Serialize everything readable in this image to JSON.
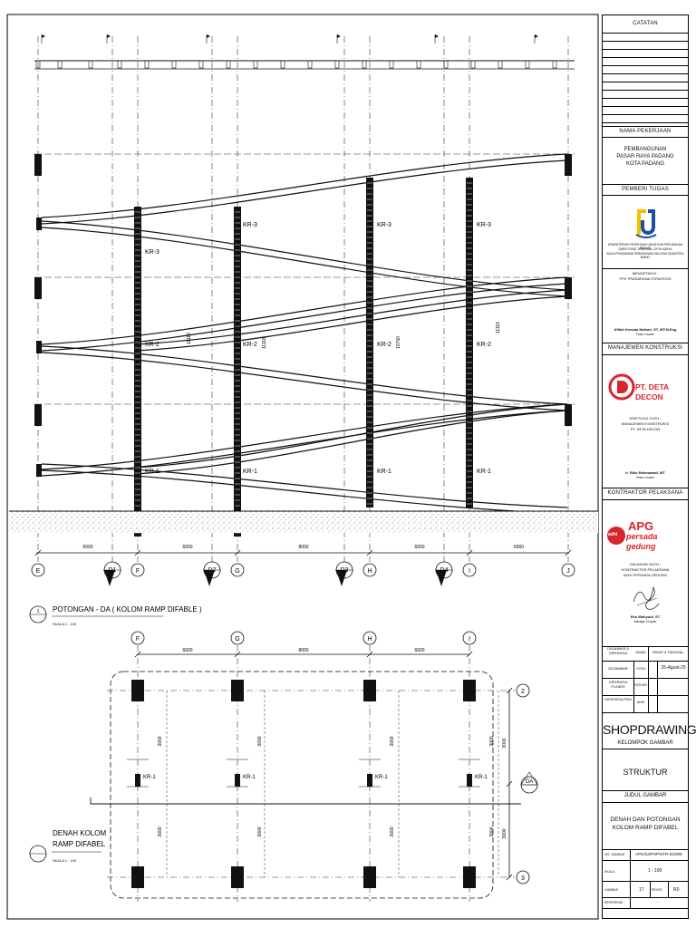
{
  "section_title": "POTONGAN - DA  ( KOLOM RAMP DIFABLE )",
  "section_scale": "SKALA  1 : 100",
  "section_marker": "1",
  "plan_title_1": "DENAH KOLOM",
  "plan_title_2": "RAMP DIFABEL",
  "plan_scale": "SKALA  1 : 100",
  "grid_bottom": [
    "E",
    "D1",
    "F",
    "D2",
    "G",
    "D3",
    "H",
    "D4",
    "I",
    "J"
  ],
  "spans_section": [
    "6000",
    "6000",
    "8000",
    "6000",
    "6000"
  ],
  "plan_grid": [
    "F",
    "G",
    "H",
    "I"
  ],
  "plan_spans": [
    "6000",
    "8000",
    "6000"
  ],
  "plan_rows": [
    "2",
    "3"
  ],
  "plan_cut": "DA",
  "plan_vert_dims": [
    "3000",
    "3000"
  ],
  "ramp_labels": [
    "KR-3",
    "KR-2",
    "KR-1"
  ],
  "plan_kr": "KR-1",
  "section_heights": [
    "11118",
    "10750",
    "11119"
  ],
  "colors": {
    "line": "#111111",
    "apg_red": "#d8262e",
    "deta_red": "#d8262e",
    "pu_yellow": "#f2c200",
    "pu_blue": "#1b4fa0"
  },
  "titleblock": {
    "catatan": "CATATAN",
    "nama_pekerjaan": "NAMA PEKERJAAN",
    "proyek": [
      "PEMBANGUNAN",
      "PASAR RAYA PADANG",
      "KOTA PADANG"
    ],
    "pemberi_tugas": "PEMBERI TUGAS",
    "kementerian": [
      "KEMENTERIAN PEKERJAAN UMUM DAN PERUMAHAN RAKYAT",
      "DIREKTORAT JENDERAL CIPTA KARYA",
      "BALAI PRASARANA PERMUKIMAN WILAYAH SUMATERA BARAT"
    ],
    "mengetahui": [
      "MENGETAHUI :",
      "PPK PRASARANA STRATEGIS"
    ],
    "ppk_nama": "Afifah Kemala Hafsari, ST, MT.M.Eng",
    "ppk_jabatan": "Team Leader",
    "mk": "MANAJEMEN KONSTRUKSI",
    "deta_logo": "PT. DETA DECON",
    "disetujui": [
      "DISETUJUI OLEH :",
      "MANAJEMEN KONSTRUKSI",
      "PT. DETA DECON"
    ],
    "mk_nama": "Ir. Riko Rahmawati, MT",
    "mk_jabatan": "Team Leader",
    "kontraktor": "KONTRAKTOR PELAKSANA",
    "apg_a": "APG",
    "apg_b": "persada gedung",
    "apg_adhi": "adhi",
    "diajukan": [
      "DIAJUKAN OLEH :",
      "KONTRAKTOR PELAKSANA",
      "ADHI PERSADA GEDUNG"
    ],
    "kp_nama": "Eko Wahyudi, ST",
    "kp_jabatan": "Manajer Proyek",
    "tbl_head": [
      "DIGAMBAR & DIPERIKSA",
      "NAMA",
      "PARAF & TANGGAL"
    ],
    "tbl_rows": [
      [
        "DIGAMBAR",
        "YOGI",
        "25-Agust-25"
      ],
      [
        "DIPERIKSA PLANER",
        "FATHUR",
        ""
      ],
      [
        "DIPERIKSA PEM",
        "ADHI",
        ""
      ]
    ],
    "shopdrawing": "SHOPDRAWING",
    "kelompok_label": "KELOMPOK GAMBAR",
    "kelompok": "STRUKTUR",
    "judul_label": "JUDUL GAMBAR",
    "judul": [
      "DENAH DAN POTONGAN",
      "KOLOM RAMP DIFABEL"
    ],
    "no_gambar_label": "NO. GAMBAR",
    "no_gambar": "APG/23/PSP/STR-02/008",
    "skala_label": "SKALA",
    "skala": "1 : 100",
    "gambar_label": "GAMBAR",
    "gambar": "17",
    "revisi_label": "REVISI",
    "revisi": "R0",
    "referensi_label": "REFERENSI",
    "referensi": "-"
  }
}
